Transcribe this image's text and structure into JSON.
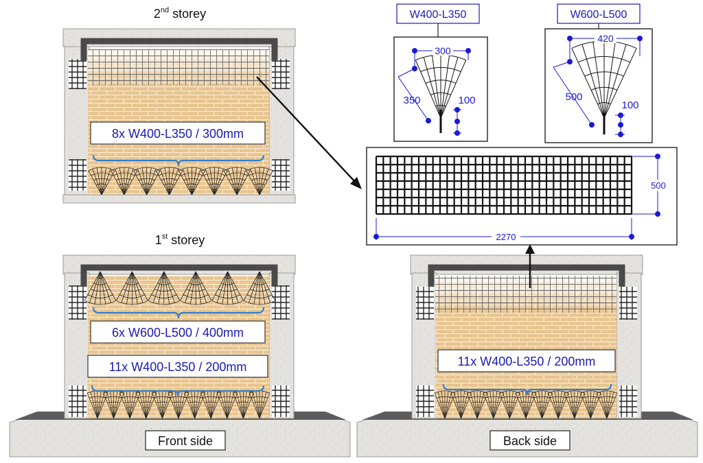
{
  "storey2": {
    "title_main": "2",
    "title_sup": "nd",
    "title_rest": " storey"
  },
  "storey1": {
    "title_main": "1",
    "title_sup": "st",
    "title_rest": " storey"
  },
  "labels": {
    "s2_front": "8x W400-L350 / 300mm",
    "s1_top": "6x W600-L500 / 400mm",
    "s1_bottom": "11x W400-L350 / 200mm",
    "back_bottom": "11x W400-L350 / 200mm",
    "front_side": "Front side",
    "back_side": "Back side"
  },
  "details": {
    "fan_small": {
      "name": "W400-L350",
      "width": "300",
      "length": "350",
      "anchor": "100"
    },
    "fan_large": {
      "name": "W600-L500",
      "width": "420",
      "length": "500",
      "anchor": "100"
    },
    "mesh": {
      "width": "2270",
      "height": "500"
    }
  },
  "colors": {
    "brick": "#e8c28a",
    "mortar": "#f6e7cc",
    "concrete": "#e2e0de",
    "frame": "#444444",
    "label_text": "#1a1ab4",
    "dim_blue": "#1a1ad6",
    "brace_blue": "#2f7fd0"
  },
  "counts": {
    "s2_fans": 8,
    "s1_top_fans": 6,
    "s1_bottom_fans": 11,
    "back_bottom_fans": 11
  }
}
